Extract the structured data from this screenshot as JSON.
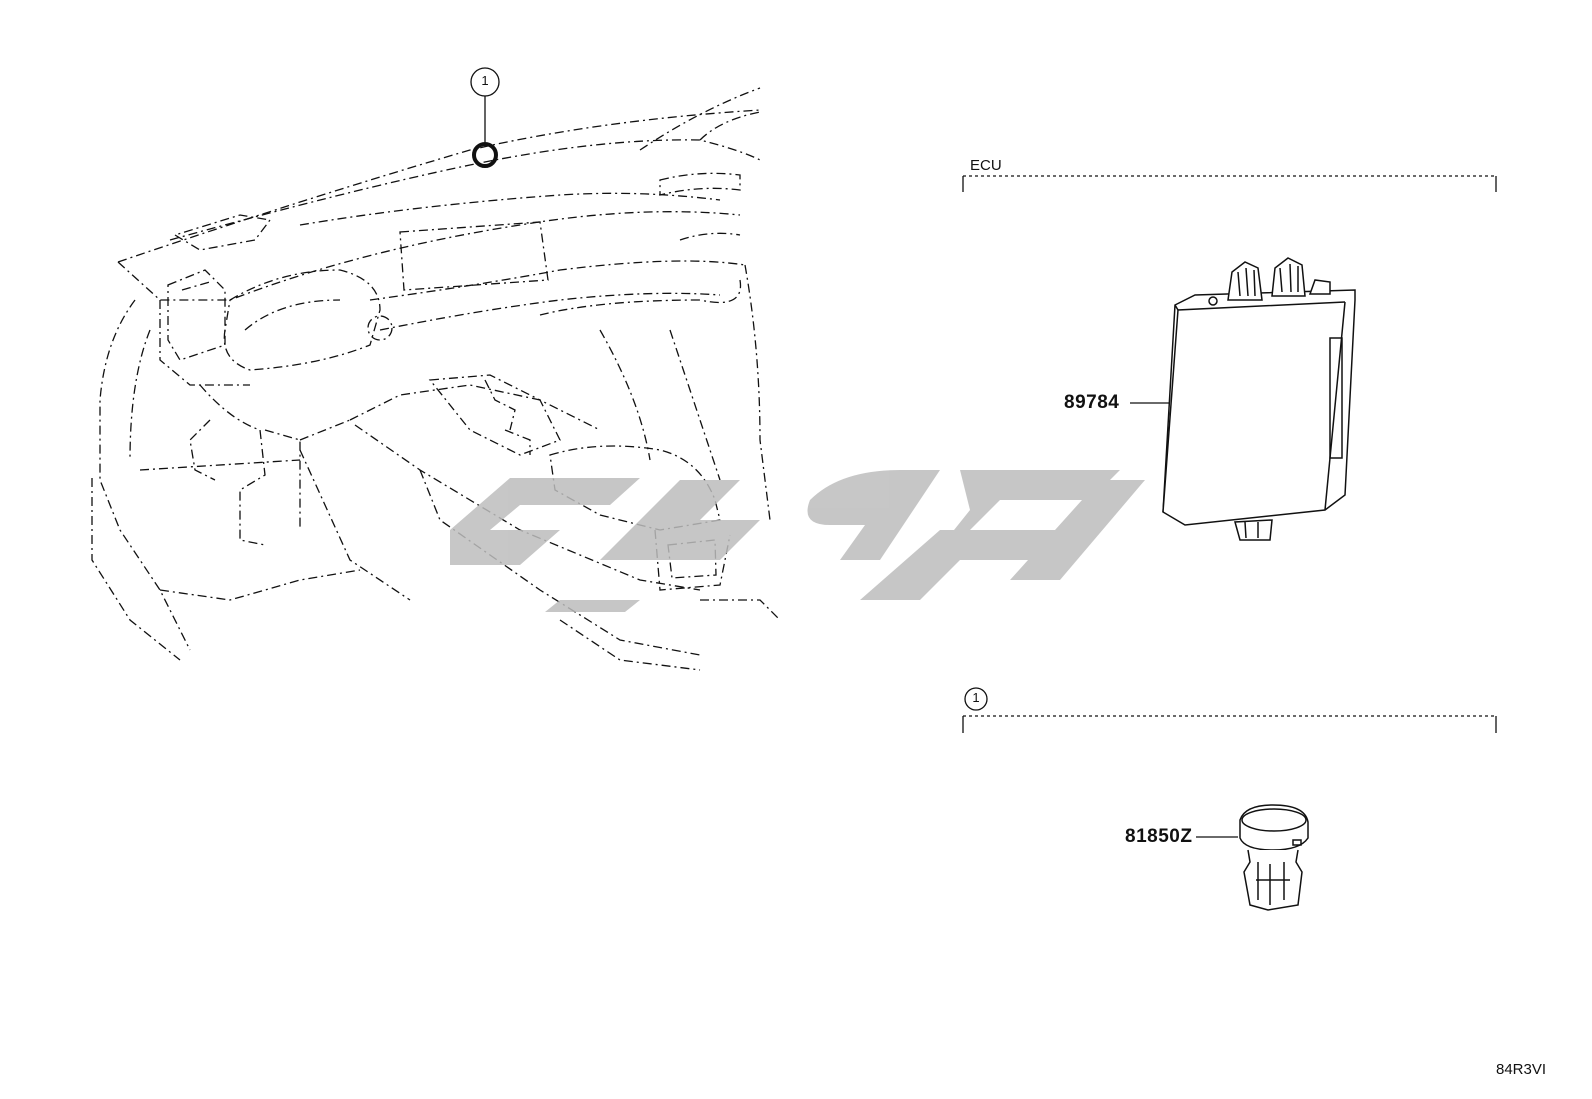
{
  "sections": {
    "ecu": {
      "title": "ECU"
    },
    "callout": {
      "number": "1"
    }
  },
  "parts": {
    "ecu": {
      "part_number": "89784"
    },
    "sensor": {
      "part_number": "81850Z"
    }
  },
  "diagram": {
    "callout_number": "1",
    "reference_code": "84R3VI"
  },
  "watermark": {
    "logo": "site-logo-watermark",
    "color": "#bdbdbd"
  },
  "colors": {
    "line": "#111111"
  }
}
